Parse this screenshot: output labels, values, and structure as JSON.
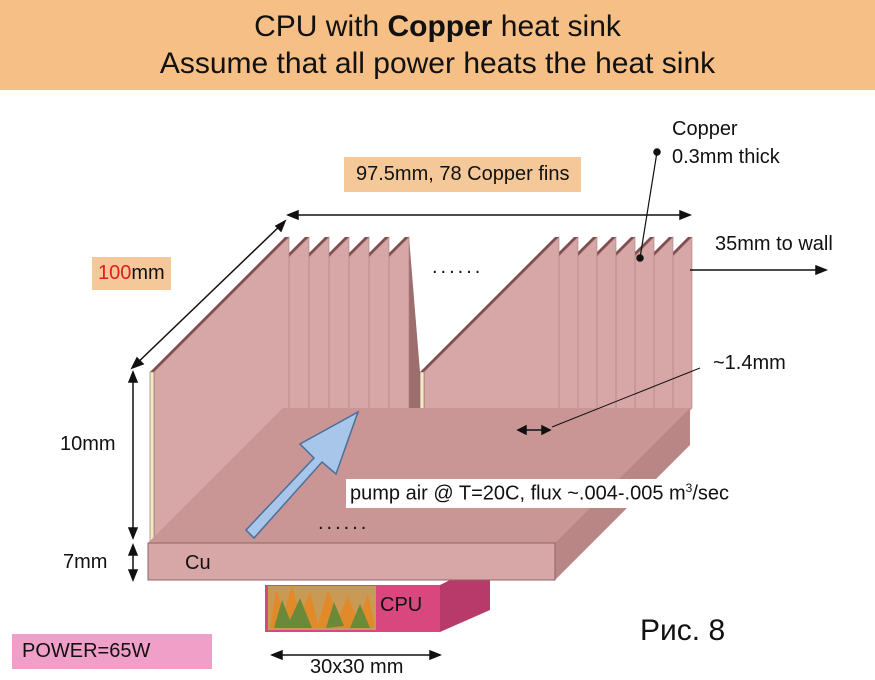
{
  "title": {
    "line1_pre": "CPU with ",
    "line1_bold": "Copper",
    "line1_post": " heat sink",
    "line2": "Assume that all power heats the heat sink"
  },
  "labels": {
    "fins": "97.5mm, 78 Copper fins",
    "copper": "Copper",
    "thickness": "0.3mm thick",
    "wall": "35mm to wall",
    "depth_value": "100",
    "depth_unit": "mm",
    "fin_height": "10mm",
    "base_height": "7mm",
    "gap": "~1.4mm",
    "cu": "Cu",
    "cpu": "CPU",
    "air_pre": "pump air @ T=20C, flux ~.004-.005 m",
    "air_sup": "3",
    "air_post": "/sec",
    "footprint": "30x30 mm",
    "ellipsis_top": "......",
    "ellipsis_bottom": "......",
    "power": "POWER=65W",
    "figure": "Рис. 8"
  },
  "colors": {
    "banner": "#f5bf85",
    "fin_face": "#d7a6a6",
    "fin_dark": "#7e4e4e",
    "fin_gap": "#f2e8c2",
    "cpu": "#d8487e",
    "power_box": "#f0a0c8",
    "depth_box": "#f5c89a",
    "depth_number": "#e0201a",
    "arrow": "#a8c6ea"
  }
}
